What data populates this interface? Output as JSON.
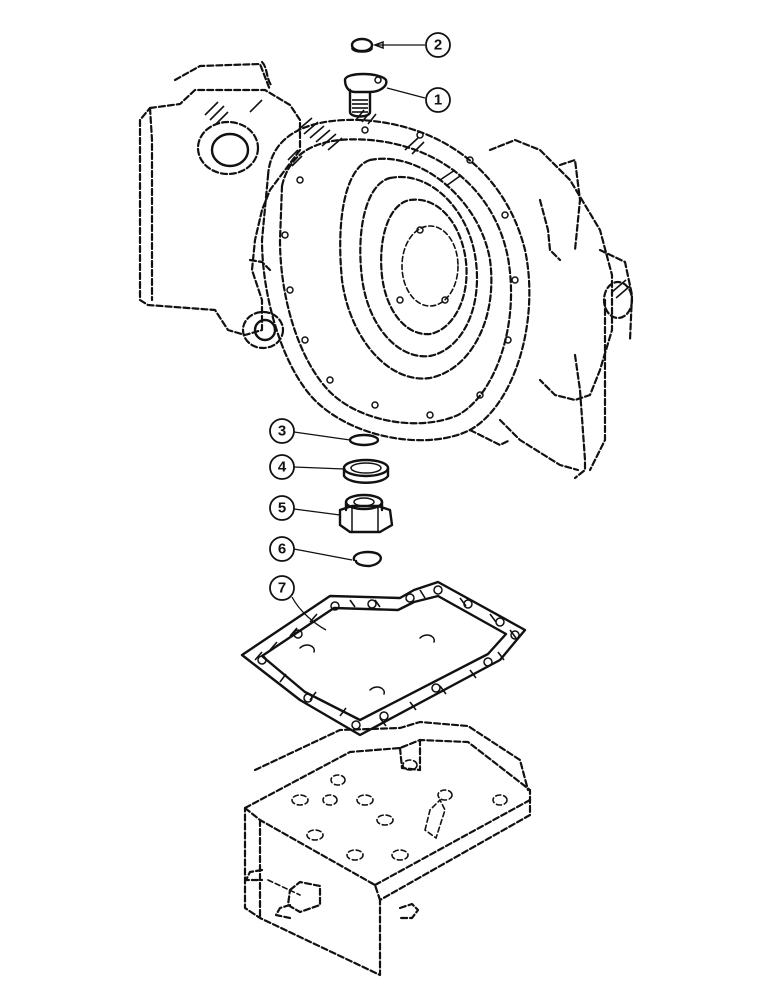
{
  "diagram": {
    "callouts": [
      {
        "number": "1"
      },
      {
        "number": "2"
      },
      {
        "number": "3"
      },
      {
        "number": "4"
      },
      {
        "number": "5"
      },
      {
        "number": "6"
      },
      {
        "number": "7"
      }
    ]
  }
}
